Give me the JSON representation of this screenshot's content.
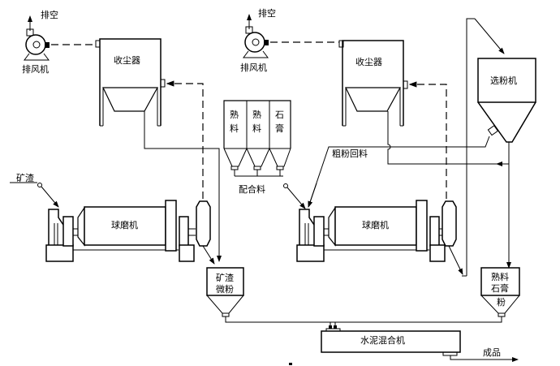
{
  "labels": {
    "exhaust_1": "排空",
    "exhaust_2": "排空",
    "fan_1": "排风机",
    "fan_2": "排风机",
    "dust_collector_1": "收尘器",
    "dust_collector_2": "收尘器",
    "bin_clinker_1": [
      "熟",
      "料"
    ],
    "bin_clinker_2": [
      "熟",
      "料"
    ],
    "bin_gypsum": [
      "石",
      "膏"
    ],
    "blend": "配合料",
    "slag": "矿渣",
    "ball_mill_1": "球磨机",
    "ball_mill_2": "球磨机",
    "coarse_return": "粗粉回料",
    "separator": "选粉机",
    "slag_powder_bin": [
      "矿渣",
      "微粉"
    ],
    "clinker_gypsum_bin": [
      "熟料",
      "石膏",
      "粉"
    ],
    "mixer": "水泥混合机",
    "product": "成品"
  }
}
